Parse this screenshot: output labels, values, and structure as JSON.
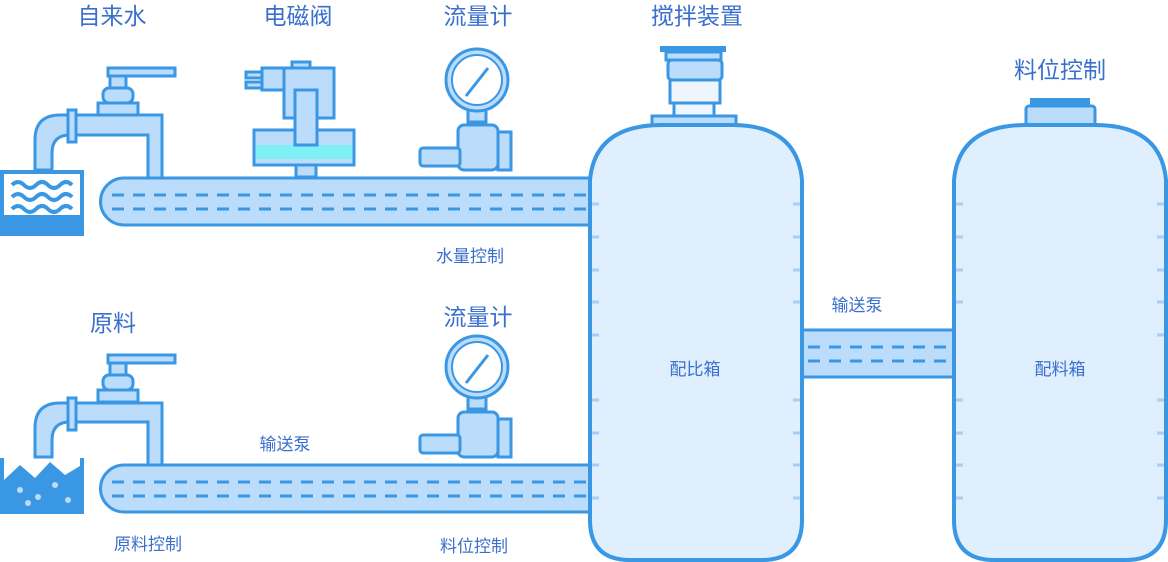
{
  "labels": {
    "tap_water": "自来水",
    "solenoid_valve": "电磁阀",
    "flowmeter_top": "流量计",
    "agitator": "搅拌装置",
    "level_control_right": "料位控制",
    "water_control": "水量控制",
    "raw_material": "原料",
    "flowmeter_bottom": "流量计",
    "pump_right": "输送泵",
    "pump_bottom": "输送泵",
    "raw_material_control": "原料控制",
    "level_control_bottom": "料位控制",
    "mixing_tank": "配比箱",
    "batching_tank": "配料箱"
  },
  "colors": {
    "stroke": "#3a97e3",
    "fill": "#bcdcfc",
    "tank": "#e0effd",
    "text": "#3b6fce"
  }
}
